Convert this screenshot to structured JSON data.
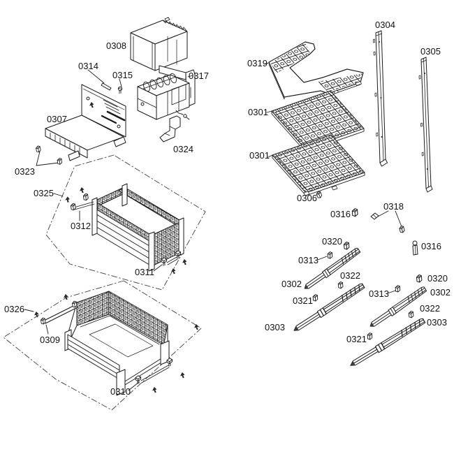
{
  "window": {
    "background": "#ffffff",
    "border_color": "#c9c9c9"
  },
  "diagram": {
    "type": "exploded-parts-diagram",
    "line_color": "#1a1a1a",
    "labels": [
      {
        "id": "0308",
        "text": "0308"
      },
      {
        "id": "0314",
        "text": "0314"
      },
      {
        "id": "0315",
        "text": "0315"
      },
      {
        "id": "0317",
        "text": "0317"
      },
      {
        "id": "0307",
        "text": "0307"
      },
      {
        "id": "0324",
        "text": "0324"
      },
      {
        "id": "0323",
        "text": "0323"
      },
      {
        "id": "0325",
        "text": "0325"
      },
      {
        "id": "0312",
        "text": "0312"
      },
      {
        "id": "0311",
        "text": "0311"
      },
      {
        "id": "0326",
        "text": "0326"
      },
      {
        "id": "0309",
        "text": "0309"
      },
      {
        "id": "0310",
        "text": "0310"
      },
      {
        "id": "0319",
        "text": "0319"
      },
      {
        "id": "0301a",
        "text": "0301"
      },
      {
        "id": "0301b",
        "text": "0301"
      },
      {
        "id": "0304",
        "text": "0304"
      },
      {
        "id": "0305",
        "text": "0305"
      },
      {
        "id": "0306",
        "text": "0306"
      },
      {
        "id": "0316a",
        "text": "0316"
      },
      {
        "id": "0318",
        "text": "0318"
      },
      {
        "id": "0320a",
        "text": "0320"
      },
      {
        "id": "0313a",
        "text": "0313"
      },
      {
        "id": "0316b",
        "text": "0316"
      },
      {
        "id": "0302a",
        "text": "0302"
      },
      {
        "id": "0322a",
        "text": "0322"
      },
      {
        "id": "0321a",
        "text": "0321"
      },
      {
        "id": "0320b",
        "text": "0320"
      },
      {
        "id": "0302b",
        "text": "0302"
      },
      {
        "id": "0313b",
        "text": "0313"
      },
      {
        "id": "0322b",
        "text": "0322"
      },
      {
        "id": "0303b",
        "text": "0303"
      },
      {
        "id": "0303a",
        "text": "0303"
      },
      {
        "id": "0321b",
        "text": "0321"
      }
    ]
  }
}
